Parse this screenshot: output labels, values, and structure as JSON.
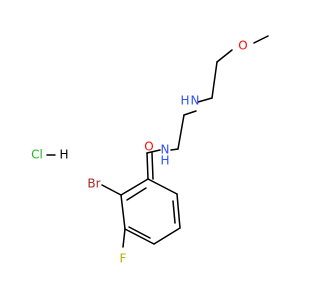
{
  "molecule": {
    "atoms": {
      "oxygen_ether": "O",
      "nitrogen_amine": "N",
      "hydrogen_amine": "H",
      "oxygen_carbonyl": "O",
      "nitrogen_amide": "N",
      "hydrogen_amide": "H",
      "bromine": "Br",
      "fluorine": "F",
      "chlorine": "Cl",
      "hydrogen_hcl": "H"
    },
    "colors": {
      "bond": "#000000",
      "oxygen": "#ff0d0d",
      "nitrogen": "#3050f8",
      "bromine": "#a62929",
      "fluorine": "#b8b000",
      "chlorine": "#1fb81f",
      "hydrogen": "#000000"
    }
  }
}
